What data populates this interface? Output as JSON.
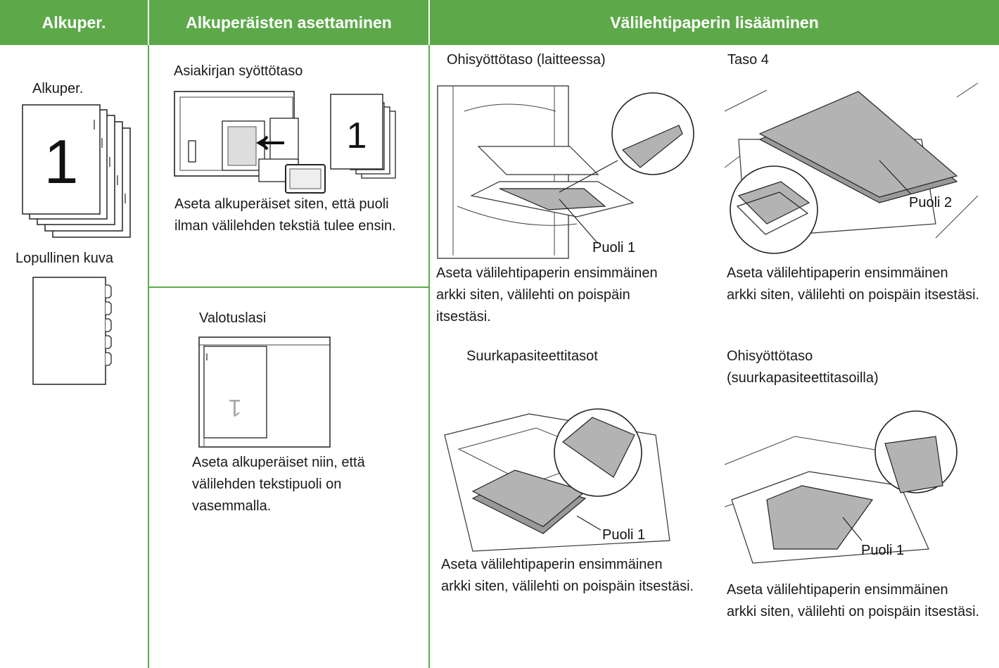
{
  "headers": {
    "col1": "Alkuper.",
    "col2": "Alkuperäisten asettaminen",
    "col3": "Välilehtipaperin lisääminen"
  },
  "col1": {
    "original_label": "Alkuper.",
    "original_number": "1",
    "final_label": "Lopullinen kuva"
  },
  "col2": {
    "feeder_title": "Asiakirjan syöttötaso",
    "feeder_doc_number": "1",
    "feeder_text": "Aseta alkuperäiset siten, että puoli ilman välilehden tekstiä tulee ensin.",
    "glass_title": "Valotuslasi",
    "glass_doc_number": "1",
    "glass_text": "Aseta alkuperäiset niin, että välilehden tekstipuoli on vasemmalla."
  },
  "col3": {
    "bypass_title": "Ohisyöttötaso (laitteessa)",
    "bypass_side": "Puoli 1",
    "bypass_text": "Aseta välilehtipaperin ensimmäinen arkki siten, välilehti on poispäin itsestäsi.",
    "tray4_title": "Taso 4",
    "tray4_side": "Puoli 2",
    "tray4_text": "Aseta välilehtipaperin ensimmäinen arkki siten, välilehti on poispäin itsestäsi.",
    "lct_title": "Suurkapasiteettitasot",
    "lct_side": "Puoli 1",
    "lct_text": "Aseta välilehtipaperin ensimmäinen arkki siten, välilehti on poispäin itsestäsi.",
    "lct_bypass_title": "Ohisyöttötaso (suurkapasiteettitasoilla)",
    "lct_bypass_side": "Puoli 1",
    "lct_bypass_text": "Aseta välilehtipaperin ensimmäinen arkki siten, välilehti on poispäin itsestäsi."
  },
  "colors": {
    "header_bg": "#5da94a",
    "header_text": "#ffffff",
    "paper_gray": "#b3b3b3"
  }
}
